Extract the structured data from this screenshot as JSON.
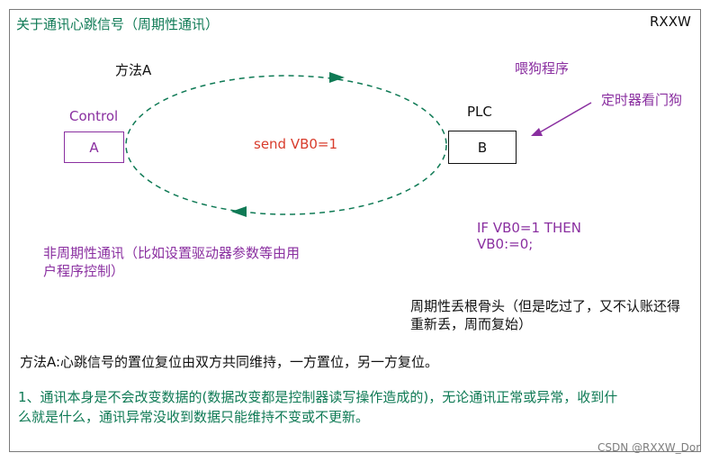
{
  "diagram": {
    "title": "关于通讯心跳信号（周期性通讯）",
    "brand": "RXXW",
    "method_a_label": "方法A",
    "watchdog_label": "喂狗程序",
    "timer_label": "定时器看门狗",
    "plc_label": "PLC",
    "control_label": "Control",
    "box_a": "A",
    "box_b": "B",
    "send_label": "send VB0=1",
    "if_label": "IF VB0=1 THEN",
    "vb0_label": "VB0:=0;",
    "nonperiodic_label": "非周期性通讯（比如设置驱动器参数等由用户程序控制）",
    "periodic_label": "周期性丢根骨头（但是吃过了，又不认账还得重新丢，周而复始）",
    "method_desc": "方法A:心跳信号的置位复位由双方共同维持，一方置位，另一方复位。",
    "note": "1、通讯本身是不会改变数据的(数据改变都是控制器读写操作造成的)，无论通讯正常或异常，收到什么就是什么，通讯异常没收到数据只能维持不变或不更新。",
    "footer": "CSDN @RXXW_Dor",
    "colors": {
      "green": "#0f7a55",
      "purple": "#8a2fa0",
      "red": "#d83c2c",
      "black": "#111111",
      "border": "#7a7a7a",
      "footer": "#7e7e7e"
    }
  }
}
